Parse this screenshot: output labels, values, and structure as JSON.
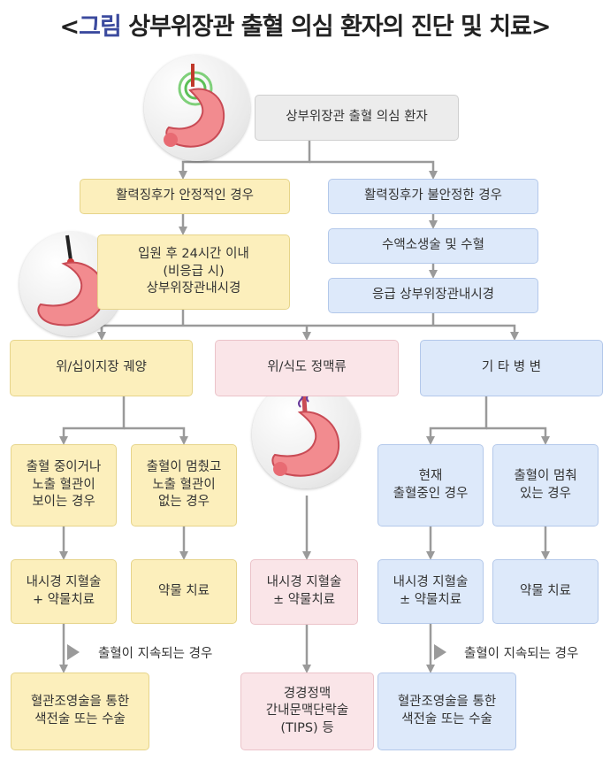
{
  "title": {
    "prefix": "<",
    "highlight": "그림",
    "main": "상부위장관 출혈 의심 환자의 진단 및 치료",
    "suffix": ">"
  },
  "nodes": {
    "start": "상부위장관 출혈 의심 환자",
    "stable": "활력징후가 안정적인 경우",
    "unstable": "활력징후가 불안정한 경우",
    "fluids": "수액소생술 및 수혈",
    "emergency_endoscopy": "응급 상부위장관내시경",
    "endoscopy_24h": "입원 후 24시간 이내\n(비응급 시)\n상부위장관내시경",
    "ulcer": "위/십이지장 궤양",
    "varices": "위/식도 정맥류",
    "other": "기 타 병 변",
    "ulcer_active": "출혈 중이거나\n노출 혈관이\n보이는 경우",
    "ulcer_stopped": "출혈이 멈췄고\n노출 혈관이\n없는 경우",
    "other_active": "현재\n출혈중인 경우",
    "other_stopped": "출혈이 멈춰\n있는 경우",
    "ulcer_endo_tx": "내시경 지혈술\n+ 약물치료",
    "ulcer_med": "약물 치료",
    "varix_tx": "내시경 지혈술\n± 약물치료",
    "other_endo_tx": "내시경 지혈술\n± 약물치료",
    "other_med": "약물 치료",
    "ulcer_surgery": "혈관조영술을 통한\n색전술 또는 수술",
    "tips": "경경정맥\n간내문맥단락술\n(TIPS) 등",
    "other_surgery": "혈관조영술을 통한\n색전술 또는 수술"
  },
  "notes": {
    "ulcer_persist": "출혈이 지속되는 경우",
    "other_persist": "출혈이 지속되는 경우"
  },
  "colors": {
    "yellow": "#fcefbc",
    "blue": "#dde9fa",
    "pink": "#fae5e8",
    "gray": "#ececec",
    "arrow": "#9a9a9a",
    "title_accent": "#3b4a9e"
  }
}
